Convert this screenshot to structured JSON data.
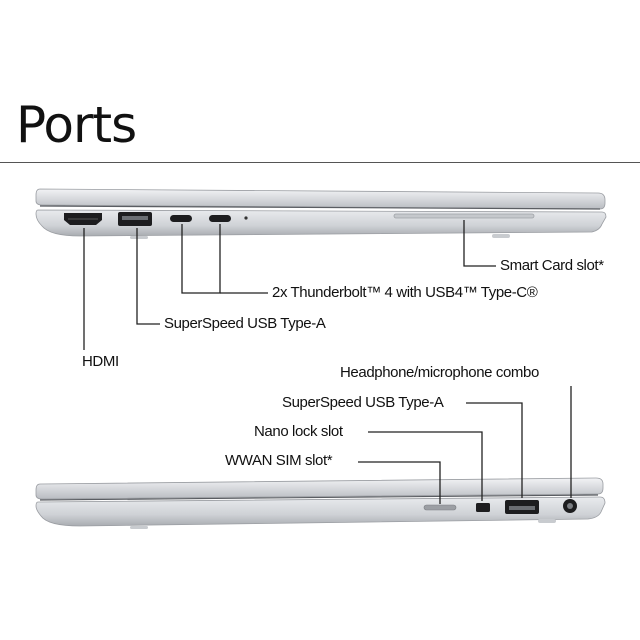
{
  "title": "Ports",
  "right_side": {
    "smart_card": "Smart Card slot*",
    "thunderbolt": "2x Thunderbolt™ 4 with USB4™ Type-C®",
    "usb_a": "SuperSpeed USB Type-A",
    "hdmi": "HDMI"
  },
  "left_side": {
    "headphone": "Headphone/microphone combo",
    "usb_a": "SuperSpeed USB Type-A",
    "nano_lock": "Nano lock slot",
    "wwan_sim": "WWAN SIM slot*"
  }
}
